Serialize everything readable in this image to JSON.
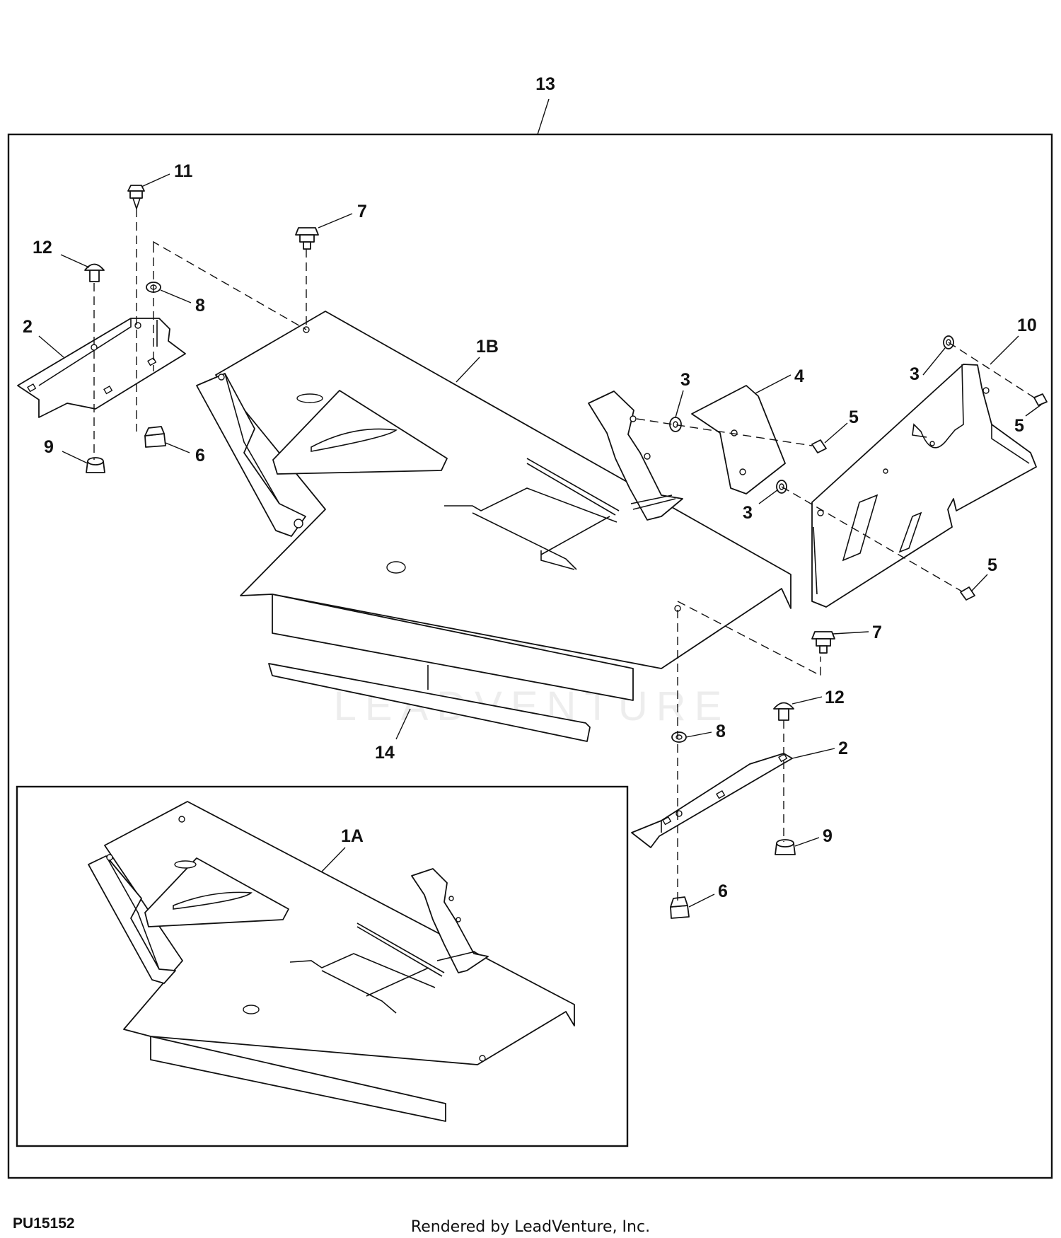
{
  "figure_id": "PU15152",
  "credit": "Rendered by LeadVenture, Inc.",
  "watermark": "LEADVENTURE",
  "callouts": {
    "c13": "13",
    "c11": "11",
    "c7a": "7",
    "c12a": "12",
    "c8a": "8",
    "c2a": "2",
    "c9a": "9",
    "c6a": "6",
    "c1b": "1B",
    "c3a": "3",
    "c4": "4",
    "c5a": "5",
    "c3b": "3",
    "c10": "10",
    "c5b": "5",
    "c3c": "3",
    "c5c": "5",
    "c7b": "7",
    "c12b": "12",
    "c14": "14",
    "c8b": "8",
    "c2b": "2",
    "c9b": "9",
    "c6b": "6",
    "c1a": "1A"
  }
}
